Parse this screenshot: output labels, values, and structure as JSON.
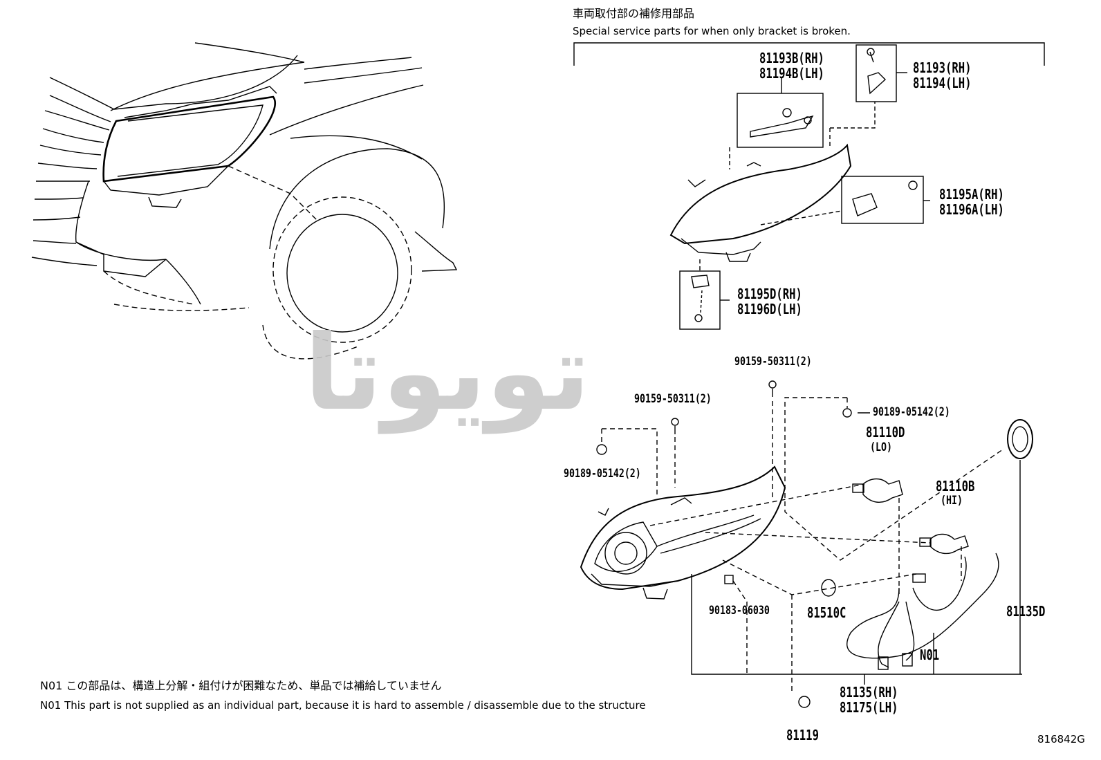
{
  "header": {
    "title_jp": "車両取付部の補修用部品",
    "title_en": "Special service parts for when only bracket is broken."
  },
  "parts": {
    "p81193B": "81193B(RH)",
    "p81194B": "81194B(LH)",
    "p81193": "81193(RH)",
    "p81194": "81194(LH)",
    "p81195A": "81195A(RH)",
    "p81196A": "81196A(LH)",
    "p81195D": "81195D(RH)",
    "p81196D": "81196D(LH)",
    "p90159_a": "90159-50311(2)",
    "p90159_b": "90159-50311(2)",
    "p90189_a": "90189-05142(2)",
    "p90189_b": "90189-05142(2)",
    "p81110D": "81110D",
    "lo": "(LO)",
    "p81110B": "81110B",
    "hi": "(HI)",
    "p90183": "90183-06030",
    "p81510C": "81510C",
    "p81135D": "81135D",
    "n01": "N01",
    "p81135": "81135(RH)",
    "p81175": "81175(LH)",
    "p81119": "81119"
  },
  "notes": {
    "jp": "N01 この部品は、構造上分解・組付けが困難なため、単品では補給していません",
    "en": "N01 This part is not supplied as an individual part, because it is hard to assemble / disassemble due to the structure"
  },
  "watermark": "تویوتا",
  "diagram_code": "816842G"
}
